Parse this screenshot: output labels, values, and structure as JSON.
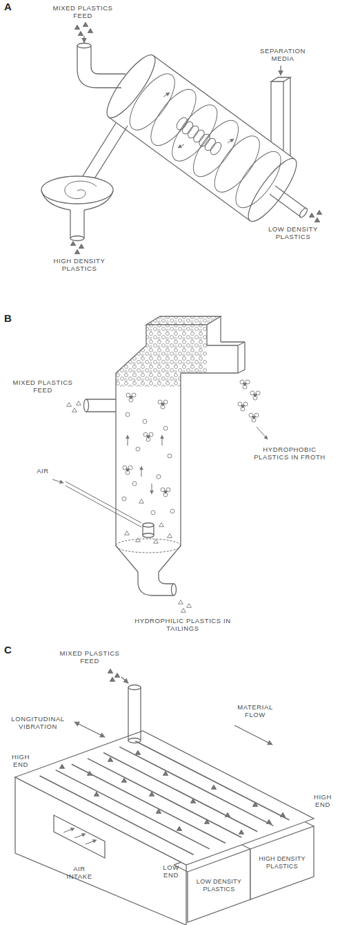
{
  "diagram": {
    "nodes": [
      {
        "text": [
          "LOW DENSITY PLASTICS"
        ]
      },
      {
        "text": [
          "HIGH DENSITY PLASTICS"
        ]
      }
    ],
    "labels": [
      "A",
      "MIXED PLASTICS FEED",
      "SEPARATION MEDIA",
      "LOW DENSITY PLASTICS",
      "HIGH DENSITY PLASTICS",
      "B",
      "MIXED PLASTICS FEED",
      "AIR",
      "HYDROPHOBIC PLASTICS IN FROTH",
      "HYDROPHILIC PLASTICS IN TAILINGS",
      "C",
      "MIXED PLASTICS FEED",
      "LONGITUDINAL VIBRATION",
      "MATERIAL FLOW",
      "HIGH END",
      "HIGH END",
      "LOW END",
      "AIR INTAKE"
    ]
  }
}
